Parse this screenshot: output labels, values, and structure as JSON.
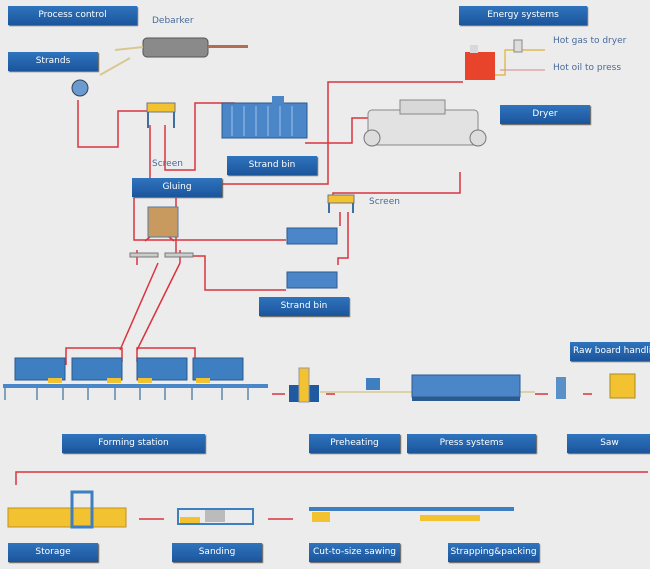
{
  "labels": {
    "process_control": "Process control",
    "strands": "Strands",
    "energy_systems": "Energy systems",
    "dryer": "Dryer",
    "strand_bin_top": "Strand bin",
    "gluing": "Gluing",
    "strand_bin_mid": "Strand bin",
    "raw_board_handling": "Raw board handling",
    "forming_station": "Forming station",
    "preheating": "Preheating",
    "press_systems": "Press systems",
    "saw": "Saw",
    "storage": "Storage",
    "sanding": "Sanding",
    "cut_to_size": "Cut-to-size sawing",
    "strapping": "Strapping&packing"
  },
  "annotations": {
    "debarker": "Debarker",
    "screen_top": "Screen",
    "screen_mid": "Screen",
    "hot_gas": "Hot gas to dryer",
    "hot_oil": "Hot oil to press"
  },
  "colors": {
    "label_bg": "#1f5fa8",
    "flow_line": "#d9343e",
    "machine_blue": "#3d7fc0",
    "board_yellow": "#f2c230",
    "background": "#ececec"
  }
}
